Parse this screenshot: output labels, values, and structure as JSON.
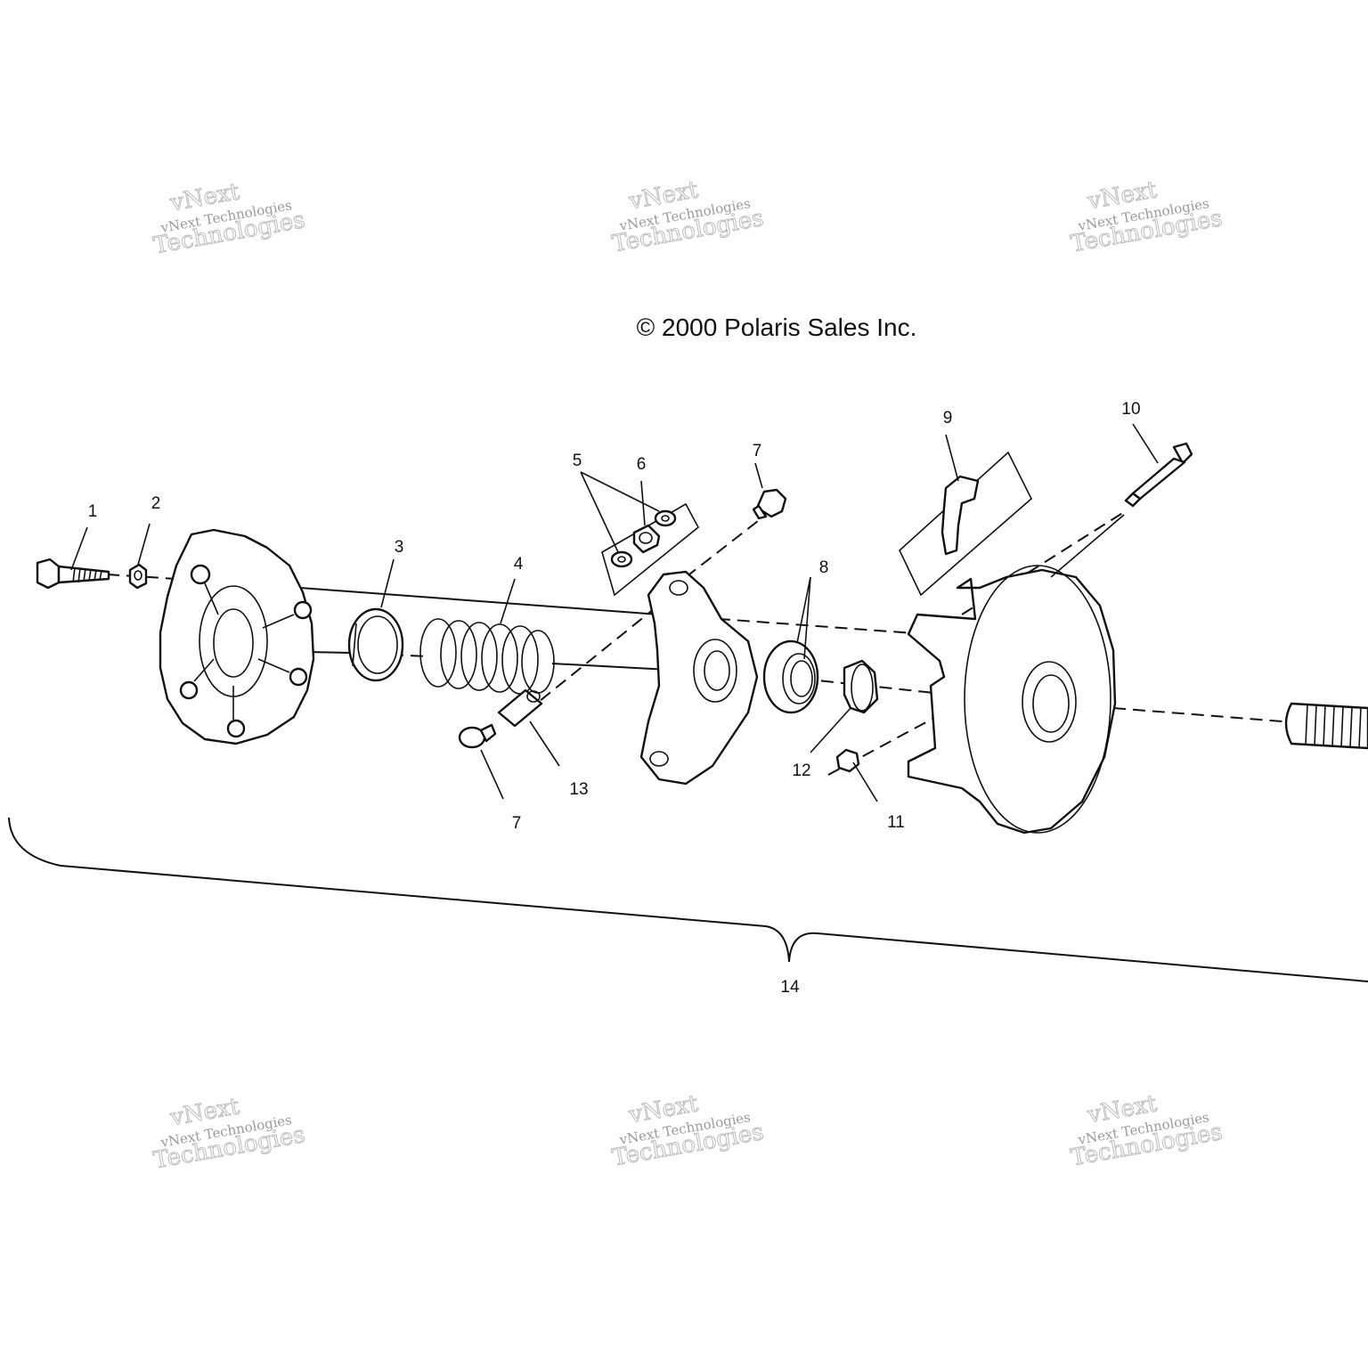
{
  "copyright": "© 2000 Polaris Sales Inc.",
  "watermark": {
    "line1": "vNext",
    "line2": "vNext Technologies",
    "line3": "Technologies"
  },
  "callouts": {
    "c1": "1",
    "c2": "2",
    "c3": "3",
    "c4": "4",
    "c5": "5",
    "c6": "6",
    "c7a": "7",
    "c7b": "7",
    "c8": "8",
    "c9": "9",
    "c10": "10",
    "c11": "11",
    "c12": "12",
    "c13": "13",
    "c14": "14"
  }
}
